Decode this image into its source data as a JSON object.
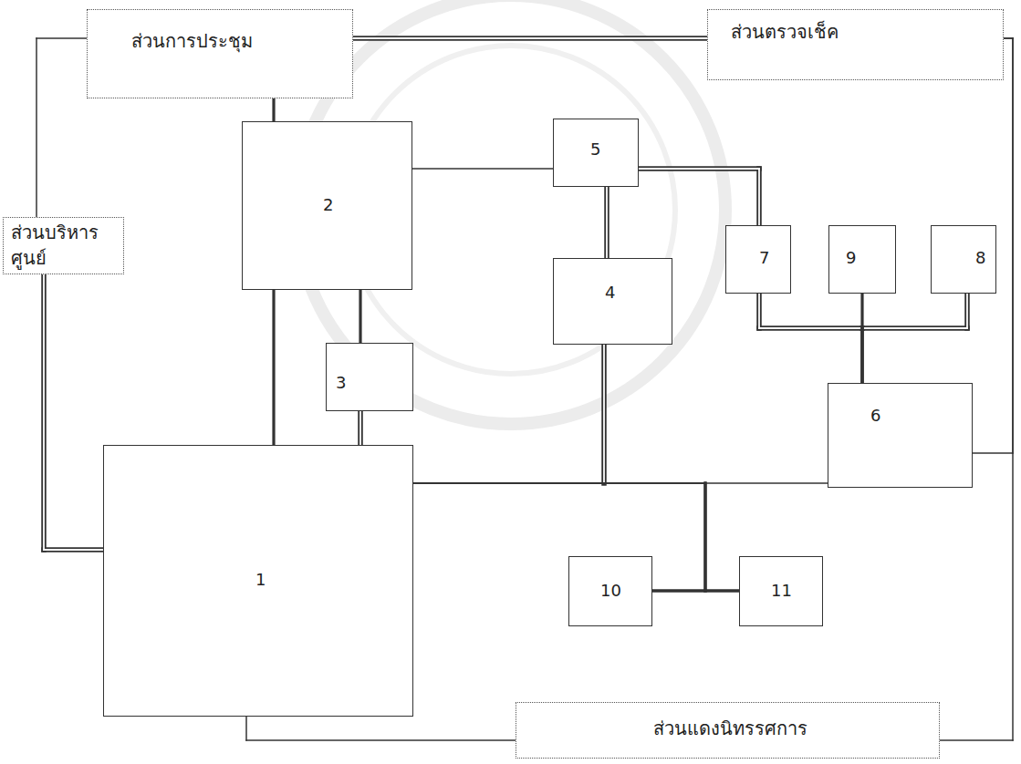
{
  "diagram": {
    "nodes": [
      {
        "text": [
          "ส่วนการประชุม"
        ]
      },
      {
        "text": [
          "ส่วนตรวจเช็ค"
        ]
      },
      {
        "text": [
          "5"
        ]
      },
      {
        "text": [
          "ส่วนบริหาร ศูนย์"
        ]
      },
      {
        "text": [
          "2"
        ]
      },
      {
        "text": [
          "7"
        ]
      },
      {
        "text": [
          "9"
        ]
      },
      {
        "text": [
          "8"
        ]
      },
      {
        "text": [
          "4"
        ]
      },
      {
        "text": [
          "3"
        ]
      },
      {
        "text": [
          "6"
        ]
      },
      {
        "text": [
          "1"
        ]
      },
      {
        "text": [
          "10"
        ]
      },
      {
        "text": [
          "11"
        ]
      },
      {
        "text": [
          "ส่วนแดงนิทรรศการ"
        ]
      }
    ],
    "edges": [
      {
        "from": 0,
        "to": 3,
        "arrow": "none"
      },
      {
        "from": 0,
        "to": 1,
        "arrow": "none"
      },
      {
        "from": 0,
        "to": 4,
        "arrow": "none"
      },
      {
        "from": 3,
        "to": 11,
        "arrow": "none"
      },
      {
        "from": 4,
        "to": 11,
        "arrow": "none"
      },
      {
        "from": 4,
        "to": 9,
        "arrow": "none"
      },
      {
        "from": 9,
        "to": 11,
        "arrow": "none"
      },
      {
        "from": 4,
        "to": 2,
        "arrow": "none"
      },
      {
        "from": 2,
        "to": 8,
        "arrow": "none"
      },
      {
        "from": 2,
        "to": 5,
        "arrow": "none"
      },
      {
        "from": 5,
        "to": 10,
        "arrow": "none"
      },
      {
        "from": 6,
        "to": 10,
        "arrow": "none"
      },
      {
        "from": 7,
        "to": 10,
        "arrow": "none"
      },
      {
        "from": 11,
        "to": 10,
        "arrow": "none"
      },
      {
        "from": 8,
        "to": 11,
        "arrow": "none"
      },
      {
        "from": 11,
        "to": 12,
        "arrow": "none"
      },
      {
        "from": 11,
        "to": 13,
        "arrow": "none"
      },
      {
        "from": 12,
        "to": 13,
        "arrow": "none"
      },
      {
        "from": 1,
        "to": 10,
        "arrow": "none"
      },
      {
        "from": 1,
        "to": 14,
        "arrow": "none"
      },
      {
        "from": 11,
        "to": 14,
        "arrow": "none"
      }
    ]
  }
}
